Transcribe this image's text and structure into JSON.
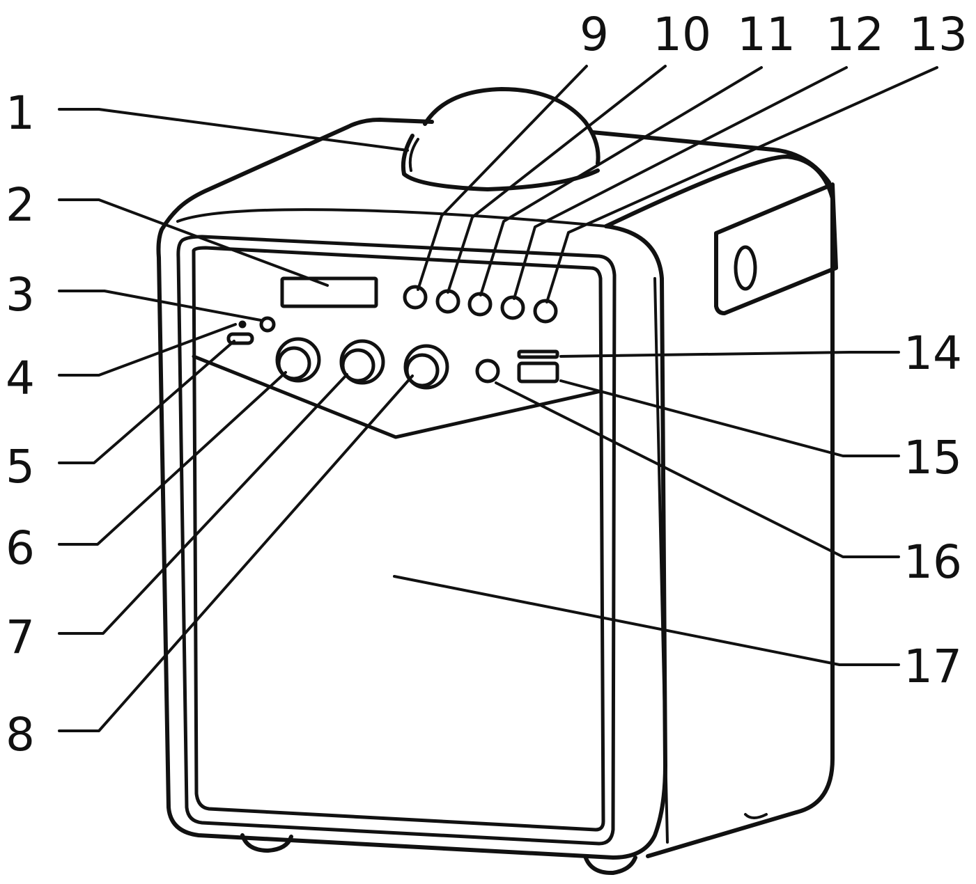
{
  "colors": {
    "line": "#111111",
    "background": "#ffffff"
  },
  "callouts": [
    {
      "number": "1",
      "part": "top-handle"
    },
    {
      "number": "2",
      "part": "display-window"
    },
    {
      "number": "3",
      "part": "indicator-led"
    },
    {
      "number": "4",
      "part": "small-indicator-dot"
    },
    {
      "number": "5",
      "part": "usb-c-port"
    },
    {
      "number": "6",
      "part": "knob-1"
    },
    {
      "number": "7",
      "part": "knob-2"
    },
    {
      "number": "8",
      "part": "knob-3"
    },
    {
      "number": "9",
      "part": "button-1"
    },
    {
      "number": "10",
      "part": "button-2"
    },
    {
      "number": "11",
      "part": "button-3"
    },
    {
      "number": "12",
      "part": "button-4"
    },
    {
      "number": "13",
      "part": "button-5"
    },
    {
      "number": "14",
      "part": "card-slot"
    },
    {
      "number": "15",
      "part": "usb-port"
    },
    {
      "number": "16",
      "part": "audio-jack"
    },
    {
      "number": "17",
      "part": "speaker-grille"
    }
  ]
}
